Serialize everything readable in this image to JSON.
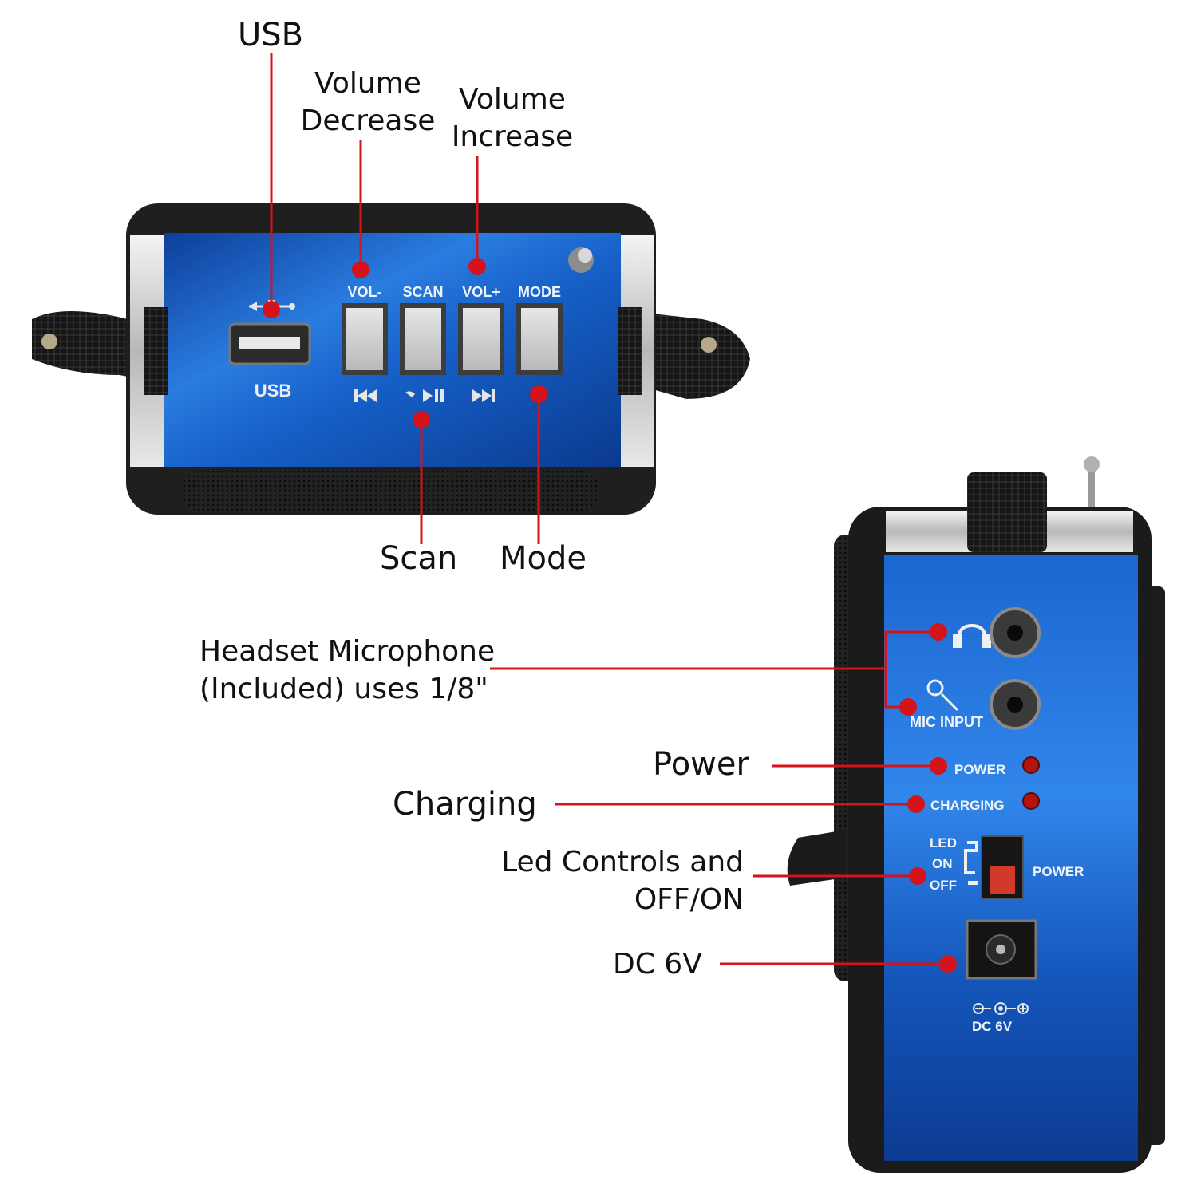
{
  "callouts": {
    "usb": "USB",
    "volume_decrease": [
      "Volume",
      "Decrease"
    ],
    "volume_increase": [
      "Volume",
      "Increase"
    ],
    "scan": "Scan",
    "mode": "Mode",
    "headset": [
      "Headset Microphone",
      "(Included) uses 1/8\""
    ],
    "power": "Power",
    "charging": "Charging",
    "led_controls": [
      "Led Controls and",
      "OFF/ON"
    ],
    "dc": "DC 6V"
  },
  "front_panel": {
    "usb_label": "USB",
    "buttons": [
      "VOL-",
      "SCAN",
      "VOL+",
      "MODE"
    ]
  },
  "side_panel": {
    "mic_input": "MIC INPUT",
    "power_led": "POWER",
    "charging_led": "CHARGING",
    "switch_labels": [
      "LED",
      "ON",
      "OFF"
    ],
    "switch_power": "POWER",
    "dc_label": "DC 6V"
  },
  "colors": {
    "panel_blue": "#1457b8",
    "leader_red": "#d4131a",
    "body_black": "#1b1b1b"
  }
}
